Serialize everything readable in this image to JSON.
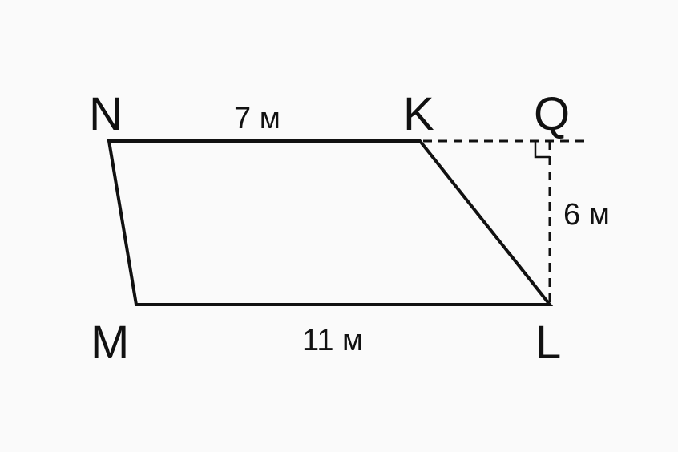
{
  "figure": {
    "vertices": {
      "N": "N",
      "K": "K",
      "Q": "Q",
      "M": "M",
      "L": "L"
    },
    "measures": {
      "nk": "7 м",
      "ml": "11 м",
      "ql": "6 м"
    },
    "colors": {
      "background": "#fafafa",
      "stroke": "#111111"
    }
  }
}
